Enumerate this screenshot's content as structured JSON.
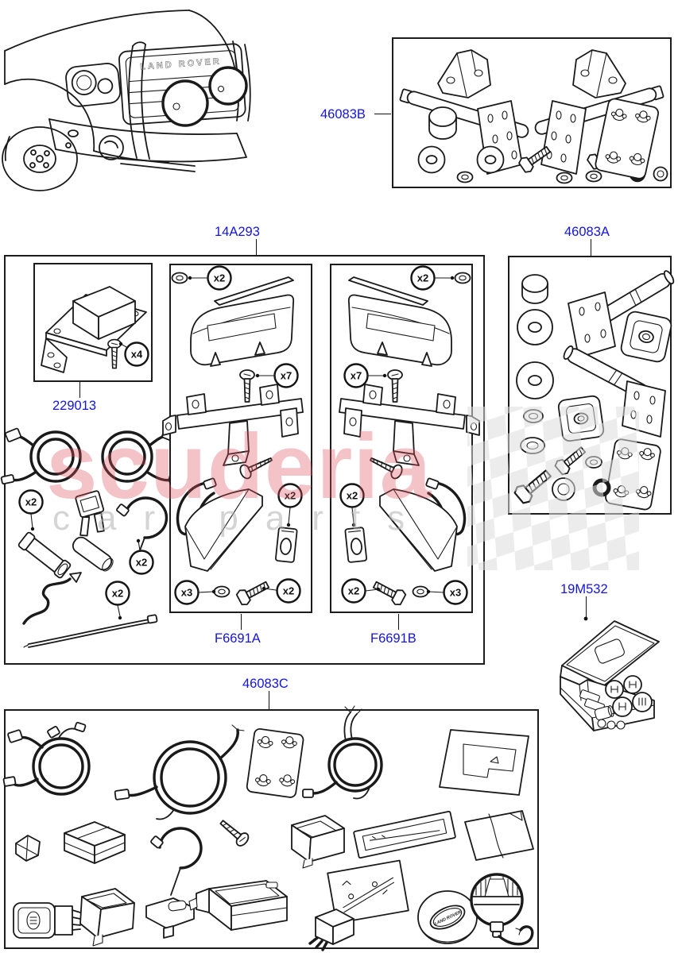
{
  "title": "Land Rover front protection bar and driving lamps accessory kits diagram",
  "colors": {
    "label_blue": "#1414dd",
    "line_art": "#1a1a1a",
    "watermark_pink": "#db4e5e",
    "watermark_gray": "#b0b0b0",
    "checker_gray": "#dcdcdc"
  },
  "vehicle": {
    "grille_text": "LAND ROVER"
  },
  "part_labels": {
    "kit_46083B": "46083B",
    "kit_14A293": "14A293",
    "kit_46083A": "46083A",
    "module_229013": "229013",
    "kit_F6691A": "F6691A",
    "kit_F6691B": "F6691B",
    "kit_19M532": "19M532",
    "kit_46083C": "46083C"
  },
  "badges": {
    "x2": "x2",
    "x3": "x3",
    "x4": "x4",
    "x7": "x7"
  },
  "watermark": {
    "line1": "scuderia",
    "line2": "car parts"
  },
  "bottom_kit": {
    "badge_text": "LAND ROVER"
  }
}
